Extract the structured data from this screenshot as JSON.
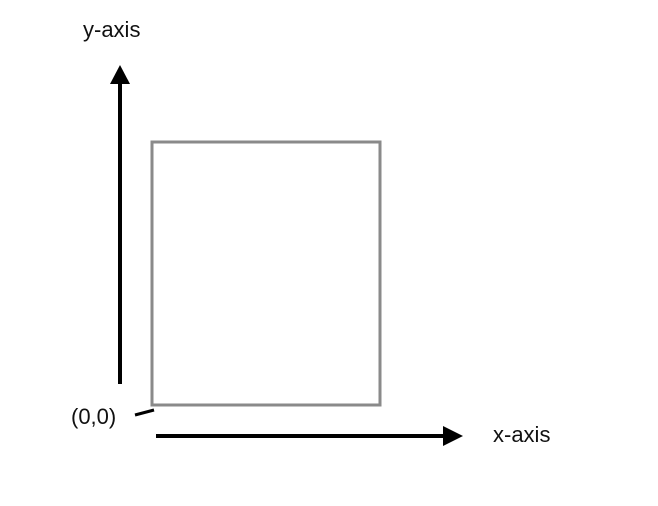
{
  "labels": {
    "y_axis": "y-axis",
    "x_axis": "x-axis",
    "origin": "(0,0)"
  },
  "colors": {
    "axis": "#000000",
    "rectangle_stroke": "#8a8a8a",
    "background": "#ffffff"
  }
}
